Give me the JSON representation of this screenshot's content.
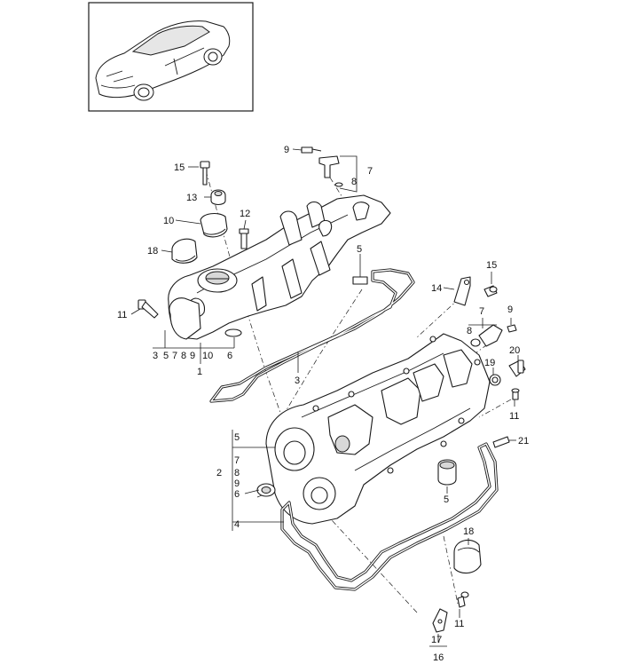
{
  "diagram": {
    "callouts": {
      "c15_top": "15",
      "c13": "13",
      "c10_left": "10",
      "c18_left": "18",
      "c11_left": "11",
      "c12": "12",
      "c9_top": "9",
      "c7_top": "7",
      "c8_top": "8",
      "c5_mid": "5",
      "c3": "3",
      "c1": "1",
      "c14": "14",
      "c15_right": "15",
      "c7_right": "7",
      "c8_right": "8",
      "c9_right": "9",
      "c20": "20",
      "c19": "19",
      "c11_right": "11",
      "c21": "21",
      "c5_right": "5",
      "c18_bottom": "18",
      "c11_bottom": "11",
      "c17": "17",
      "c16": "16",
      "c2": "2"
    },
    "group_left": [
      "3",
      "5",
      "7",
      "8",
      "9",
      "10",
      "6"
    ],
    "group_cover": [
      "5",
      "7",
      "8",
      "9",
      "6",
      "4"
    ]
  }
}
